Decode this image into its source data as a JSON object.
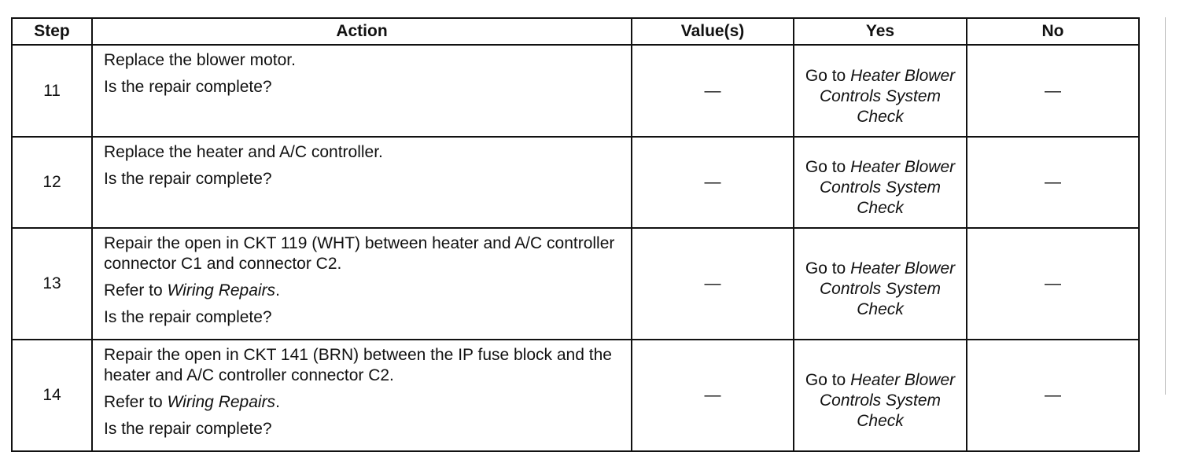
{
  "headers": {
    "step": "Step",
    "action": "Action",
    "values": "Value(s)",
    "yes": "Yes",
    "no": "No"
  },
  "rows": [
    {
      "step": "11",
      "action": [
        "Replace the blower motor.",
        "Is the repair complete?"
      ],
      "value": "—",
      "yes": {
        "prefix": "Go to ",
        "link": "Heater Blower Controls System Check"
      },
      "no": "—"
    },
    {
      "step": "12",
      "action": [
        "Replace the heater and A/C controller.",
        "Is the repair complete?"
      ],
      "value": "—",
      "yes": {
        "prefix": "Go to ",
        "link": "Heater Blower Controls System Check"
      },
      "no": "—"
    },
    {
      "step": "13",
      "action": [
        "Repair the open in CKT 119 (WHT) between heater and A/C controller connector C1 and connector C2.",
        "Refer to",
        "Is the repair complete?"
      ],
      "refer_link": "Wiring Repairs",
      "value": "—",
      "yes": {
        "prefix": "Go to ",
        "link": "Heater Blower Controls System Check"
      },
      "no": "—"
    },
    {
      "step": "14",
      "action": [
        "Repair the open in CKT 141 (BRN) between the IP fuse block and the heater and A/C controller connector C2.",
        "Refer to",
        "Is the repair complete?"
      ],
      "refer_link": "Wiring Repairs",
      "value": "—",
      "yes": {
        "prefix": "Go to ",
        "link": "Heater Blower Controls System Check"
      },
      "no": "—"
    }
  ]
}
